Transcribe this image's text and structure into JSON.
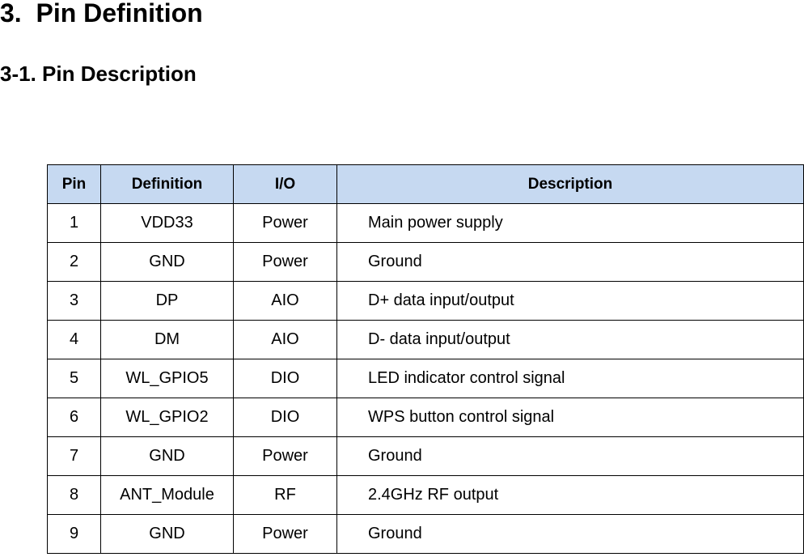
{
  "heading": "3.  Pin Definition",
  "subheading": "3-1. Pin Description",
  "table": {
    "header_color": "#c6d9f1",
    "columns": [
      "Pin",
      "Definition",
      "I/O",
      "Description"
    ],
    "rows": [
      [
        "1",
        "VDD33",
        "Power",
        "Main power supply"
      ],
      [
        "2",
        "GND",
        "Power",
        "Ground"
      ],
      [
        "3",
        "DP",
        "AIO",
        "D+ data input/output"
      ],
      [
        "4",
        "DM",
        "AIO",
        "D- data input/output"
      ],
      [
        "5",
        "WL_GPIO5",
        "DIO",
        "LED indicator control signal"
      ],
      [
        "6",
        "WL_GPIO2",
        "DIO",
        "WPS button control signal"
      ],
      [
        "7",
        "GND",
        "Power",
        "Ground"
      ],
      [
        "8",
        "ANT_Module",
        "RF",
        "2.4GHz RF output"
      ],
      [
        "9",
        "GND",
        "Power",
        "Ground"
      ]
    ]
  }
}
